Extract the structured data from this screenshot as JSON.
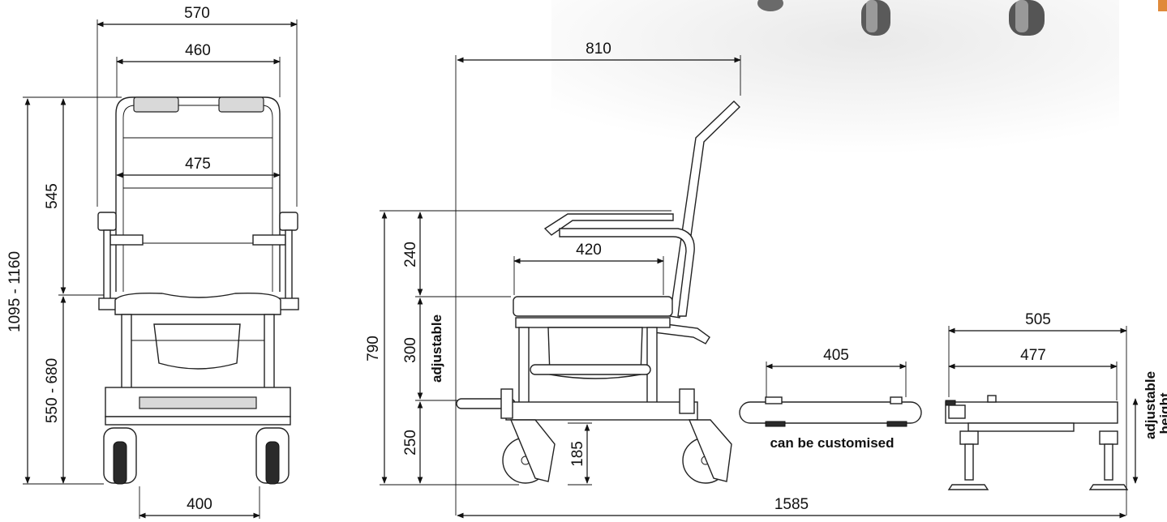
{
  "front_view": {
    "overall_width": "570",
    "armrest_width": "460",
    "backrest_width": "475",
    "base_width": "400",
    "total_height": "1095 - 1160",
    "backrest_height": "545",
    "seat_height": "550 - 680"
  },
  "side_view": {
    "depth": "810",
    "seat_depth": "420",
    "overall_height": "790",
    "armrest_height": "240",
    "seat_adjust": "300",
    "adjustable_label": "adjustable",
    "lower_height": "250",
    "clearance": "185"
  },
  "tray_view": {
    "width": "405",
    "note": "can be customised"
  },
  "base_view": {
    "outer_width": "505",
    "inner_width": "477",
    "adjustable_label": "adjustable",
    "height_label": "height"
  },
  "overall": {
    "total_length": "1585"
  },
  "colors": {
    "line": "#111111",
    "photo_wheel": "#4a4a4a",
    "accent": "#e08a3a"
  }
}
